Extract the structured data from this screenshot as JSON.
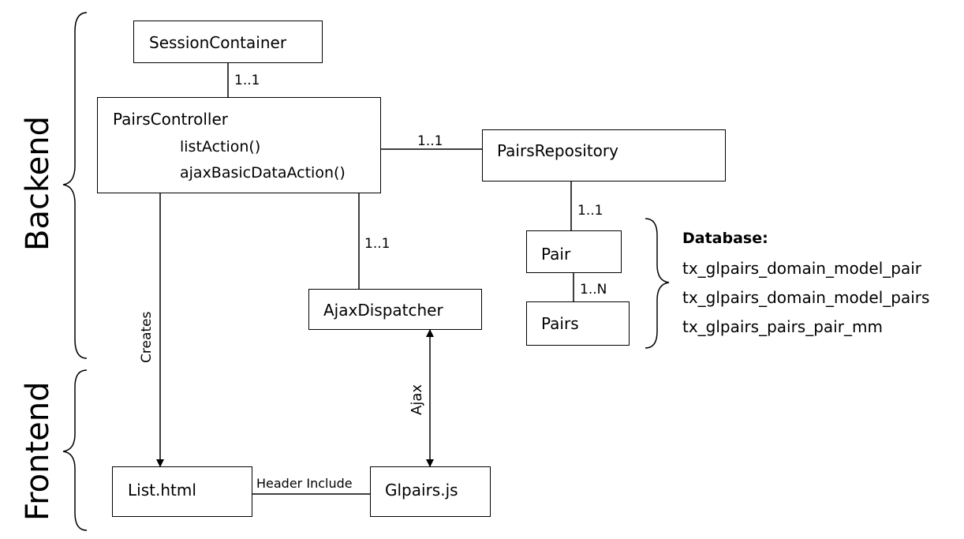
{
  "sections": {
    "backend": "Backend",
    "frontend": "Frontend"
  },
  "boxes": {
    "session_container": "SessionContainer",
    "pairs_controller": "PairsController",
    "pairs_repository": "PairsRepository",
    "ajax_dispatcher": "AjaxDispatcher",
    "pair": "Pair",
    "pairs": "Pairs",
    "list_html": "List.html",
    "glpairs_js": "Glpairs.js"
  },
  "methods": [
    "listAction()",
    "ajaxBasicDataAction()"
  ],
  "multiplicities": {
    "session_controller": "1..1",
    "controller_repository": "1..1",
    "controller_dispatcher": "1..1",
    "repository_pair": "1..1",
    "pair_pairs": "1..N"
  },
  "edge_labels": {
    "creates": "Creates",
    "ajax": "Ajax",
    "header_include": "Header Include"
  },
  "database": {
    "title": "Database:",
    "tables": [
      "tx_glpairs_domain_model_pair",
      "tx_glpairs_domain_model_pairs",
      "tx_glpairs_pairs_pair_mm"
    ]
  }
}
